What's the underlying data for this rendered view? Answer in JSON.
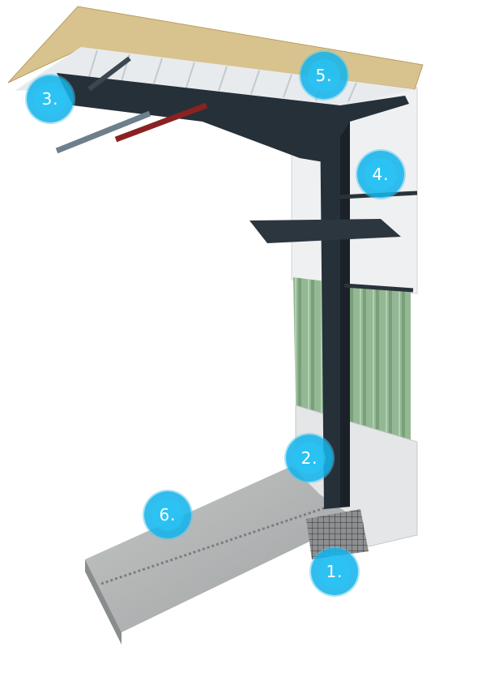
{
  "markers": [
    {
      "id": "1",
      "label": "1."
    },
    {
      "id": "2",
      "label": "2."
    },
    {
      "id": "3",
      "label": "3."
    },
    {
      "id": "4",
      "label": "4."
    },
    {
      "id": "5",
      "label": "5."
    },
    {
      "id": "6",
      "label": "6."
    }
  ],
  "colors": {
    "marker": "#18b4eb",
    "steel": "#263039",
    "cladding": "#8fb58f",
    "roof": "#d8c38e",
    "concrete": "#a9abab"
  }
}
